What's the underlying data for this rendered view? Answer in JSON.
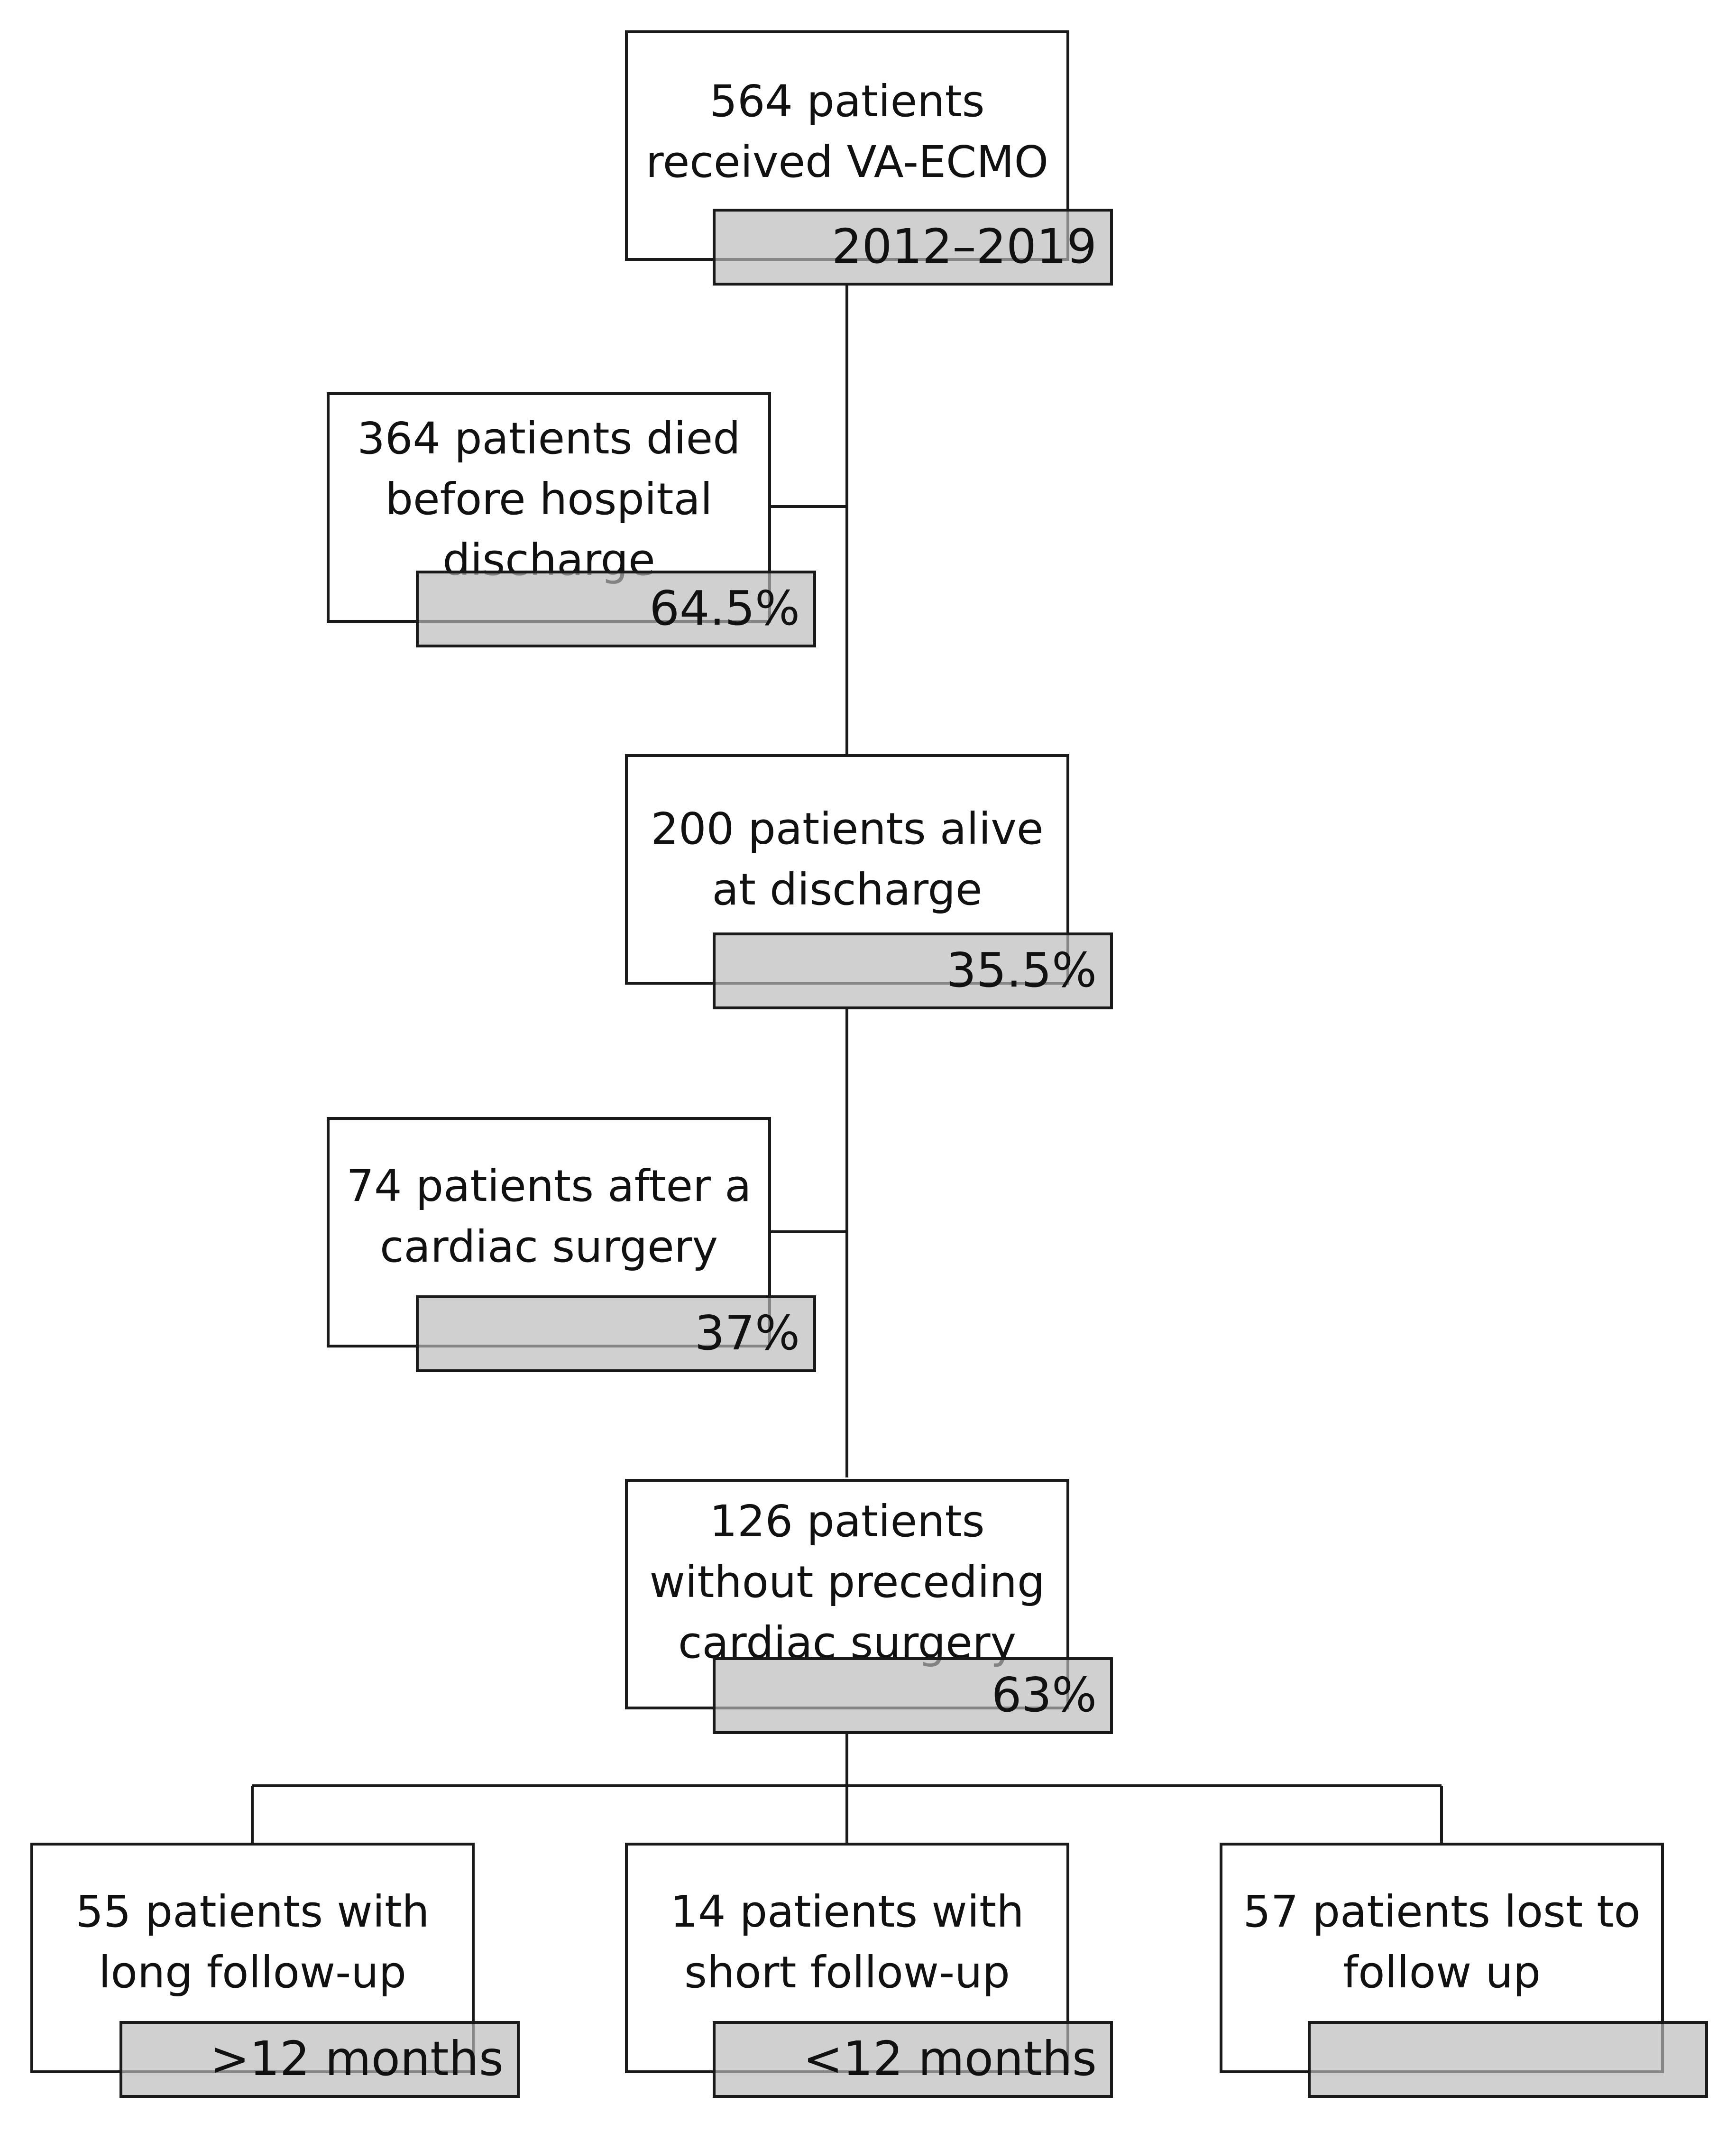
{
  "colors": {
    "line": "#1a1a1a",
    "tag_fill": "#c8c8c8",
    "box_fill": "#ffffff"
  },
  "nodes": {
    "received": {
      "lines": [
        "564 patients",
        "received VA-ECMO"
      ],
      "tag": "2012–2019"
    },
    "died": {
      "lines": [
        "364 patients died",
        "before hospital",
        "discharge"
      ],
      "tag": "64.5%"
    },
    "alive": {
      "lines": [
        "200 patients alive",
        "at discharge"
      ],
      "tag": "35.5%"
    },
    "surgery": {
      "lines": [
        "74 patients after a",
        "cardiac surgery"
      ],
      "tag": "37%"
    },
    "nosurgery": {
      "lines": [
        "126 patients",
        "without preceding",
        "cardiac surgery"
      ],
      "tag": "63%"
    },
    "long": {
      "lines": [
        "55 patients with",
        "long follow-up"
      ],
      "tag": ">12 months"
    },
    "short": {
      "lines": [
        "14 patients with",
        "short follow-up"
      ],
      "tag": "<12 months"
    },
    "lost": {
      "lines": [
        "57 patients lost to",
        "follow up"
      ],
      "tag": ""
    }
  }
}
